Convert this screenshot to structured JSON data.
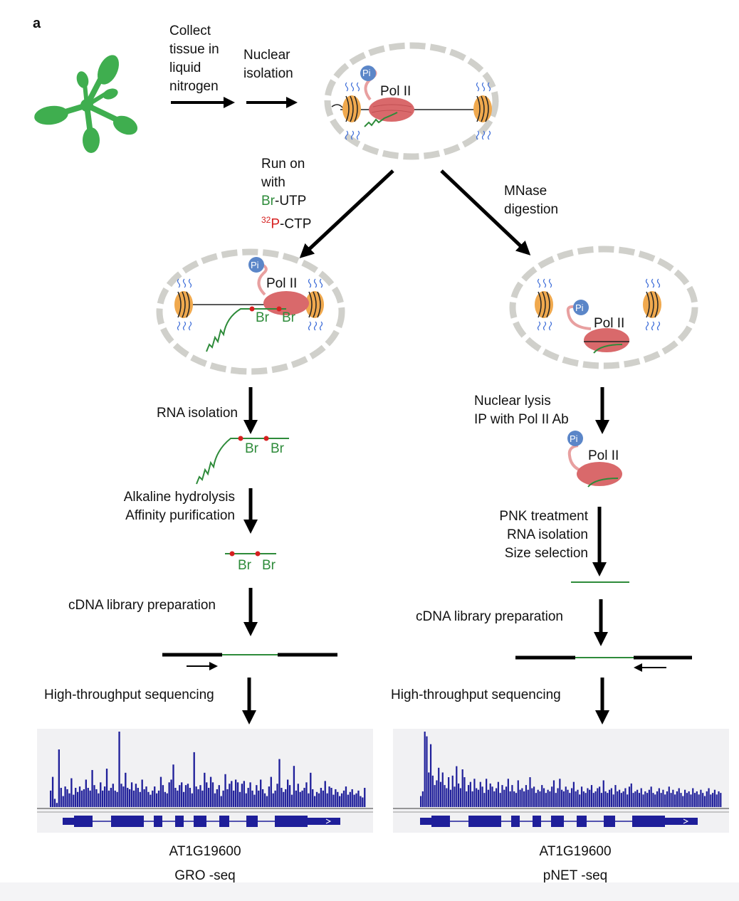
{
  "panel_label": "a",
  "steps": {
    "collect": [
      "Collect",
      "tissue in",
      "liquid",
      "nitrogen"
    ],
    "nuclear": [
      "Nuclear",
      "isolation"
    ],
    "runon": {
      "line1": "Run on",
      "line2": "with",
      "br_prefix": "Br",
      "br_suffix": "-UTP",
      "p_sup": "32",
      "p_letter": "P",
      "p_suffix": "-CTP"
    },
    "mnase": [
      "MNase",
      "digestion"
    ],
    "rna_isolation": "RNA isolation",
    "alkaline": [
      "Alkaline hydrolysis",
      "Affinity purification"
    ],
    "cdna_left": "cDNA library preparation",
    "hts_left": "High-throughput sequencing",
    "lysis": [
      "Nuclear lysis",
      "IP with Pol II Ab"
    ],
    "pnk": [
      "PNK treatment",
      "RNA isolation",
      "Size selection"
    ],
    "cdna_right": "cDNA library preparation",
    "hts_right": "High-throughput sequencing"
  },
  "molecules": {
    "pi": "Pi",
    "pol": "Pol II",
    "br": "Br"
  },
  "tracks": {
    "left": {
      "gene": "AT1G19600",
      "method": "GRO -seq"
    },
    "right": {
      "gene": "AT1G19600",
      "method": "pNET -seq"
    }
  },
  "colors": {
    "plant": "#3fae4f",
    "polymerase": "#d9696b",
    "nucleosome": "#f0a94e",
    "pi": "#5b86c8",
    "rna": "#2e8b3a",
    "bromine_dot": "#d62020",
    "envelope": "#d0d0cb",
    "track": "#1f1f9a"
  },
  "chart_data": [
    {
      "type": "bar",
      "name": "left",
      "values": [
        12,
        22,
        6,
        3,
        42,
        14,
        8,
        15,
        13,
        10,
        21,
        9,
        14,
        11,
        15,
        12,
        13,
        20,
        14,
        12,
        27,
        16,
        13,
        10,
        18,
        12,
        15,
        28,
        12,
        14,
        17,
        12,
        11,
        55,
        17,
        15,
        25,
        14,
        13,
        18,
        12,
        17,
        14,
        11,
        20,
        13,
        15,
        11,
        9,
        12,
        15,
        10,
        12,
        22,
        16,
        11,
        10,
        18,
        20,
        31,
        14,
        12,
        16,
        18,
        11,
        16,
        17,
        14,
        10,
        40,
        15,
        13,
        16,
        12,
        25,
        18,
        14,
        22,
        18,
        10,
        13,
        16,
        8,
        12,
        24,
        13,
        17,
        19,
        12,
        20,
        18,
        11,
        17,
        19,
        10,
        14,
        18,
        12,
        9,
        16,
        12,
        20,
        13,
        10,
        8,
        15,
        22,
        10,
        12,
        17,
        35,
        14,
        11,
        13,
        20,
        16,
        9,
        30,
        12,
        17,
        11,
        12,
        14,
        18,
        10,
        25,
        13,
        8,
        11,
        10,
        14,
        12,
        19,
        10,
        15,
        14,
        9,
        13,
        11,
        8,
        10,
        12,
        15,
        9,
        11,
        13,
        9,
        10,
        12,
        8,
        7,
        14
      ]
    },
    {
      "type": "bar",
      "name": "right",
      "values": [
        7,
        10,
        48,
        45,
        22,
        40,
        20,
        14,
        17,
        25,
        16,
        22,
        14,
        12,
        19,
        11,
        20,
        13,
        26,
        15,
        12,
        24,
        19,
        10,
        14,
        16,
        10,
        18,
        12,
        11,
        16,
        13,
        9,
        18,
        11,
        15,
        13,
        10,
        12,
        16,
        9,
        14,
        11,
        13,
        18,
        10,
        14,
        10,
        9,
        17,
        11,
        12,
        10,
        14,
        11,
        19,
        12,
        13,
        9,
        11,
        10,
        14,
        12,
        9,
        11,
        10,
        13,
        17,
        9,
        12,
        18,
        11,
        10,
        13,
        11,
        9,
        12,
        16,
        10,
        11,
        8,
        13,
        10,
        9,
        12,
        11,
        14,
        9,
        10,
        12,
        13,
        9,
        17,
        10,
        9,
        11,
        12,
        8,
        14,
        10,
        11,
        9,
        10,
        12,
        8,
        13,
        15,
        9,
        10,
        11,
        9,
        12,
        8,
        10,
        9,
        11,
        13,
        9,
        8,
        10,
        12,
        9,
        11,
        8,
        10,
        13,
        9,
        11,
        8,
        10,
        12,
        9,
        7,
        11,
        9,
        10,
        8,
        12,
        9,
        10,
        8,
        11,
        9,
        7,
        10,
        12,
        8,
        9,
        11,
        8,
        10,
        9
      ]
    }
  ]
}
